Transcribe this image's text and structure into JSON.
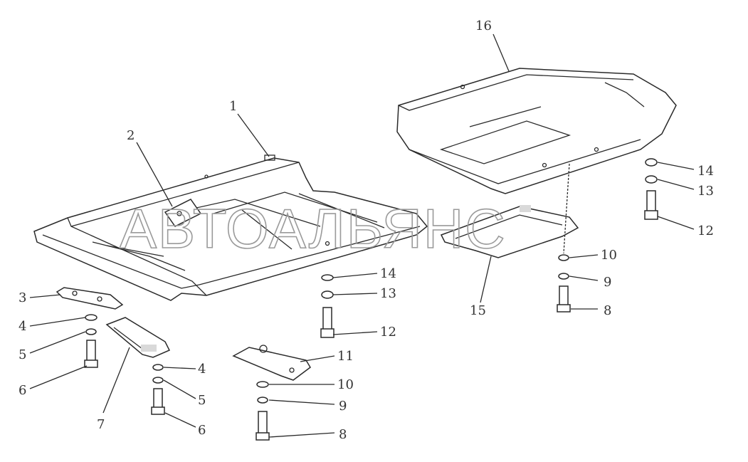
{
  "watermark": "АВТОАЛЬЯНС",
  "callouts": {
    "c1": "1",
    "c2": "2",
    "c3": "3",
    "c4a": "4",
    "c5a": "5",
    "c6a": "6",
    "c7": "7",
    "c4b": "4",
    "c5b": "5",
    "c6b": "6",
    "c8a": "8",
    "c9a": "9",
    "c10a": "10",
    "c11": "11",
    "c12a": "12",
    "c13a": "13",
    "c14a": "14",
    "c15": "15",
    "c8b": "8",
    "c9b": "9",
    "c10b": "10",
    "c16": "16",
    "c12b": "12",
    "c13b": "13",
    "c14b": "14"
  }
}
